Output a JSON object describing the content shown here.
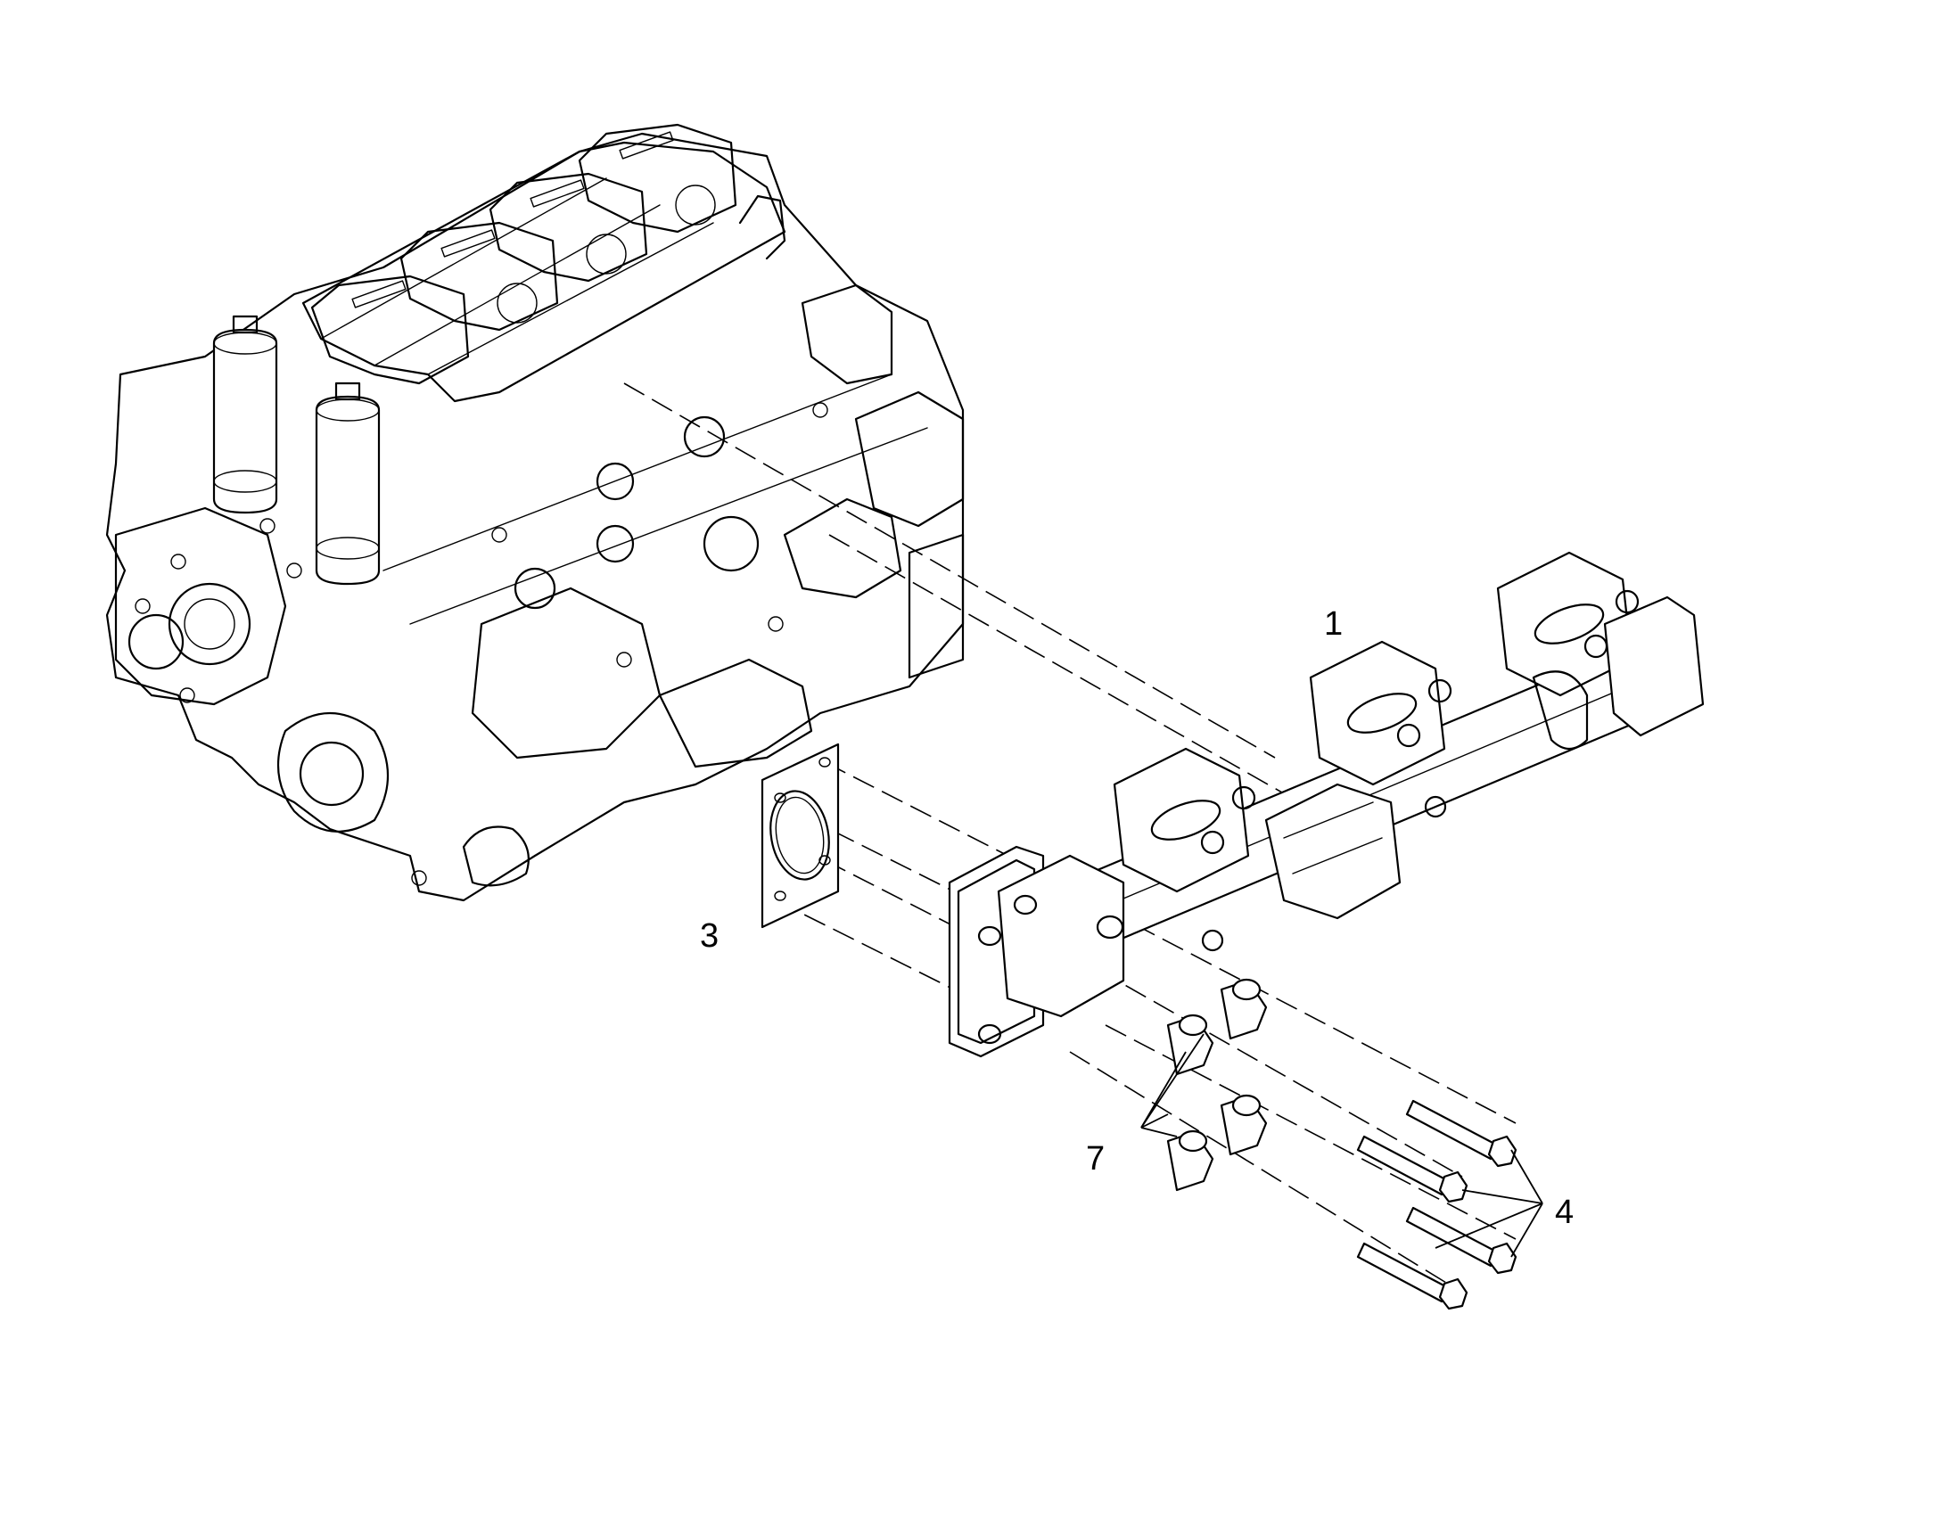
{
  "callouts": {
    "exhaust_manifold": "1",
    "gasket": "3",
    "bolts": "4",
    "spacers": "7"
  },
  "colors": {
    "line": "#000000",
    "background": "#ffffff"
  }
}
